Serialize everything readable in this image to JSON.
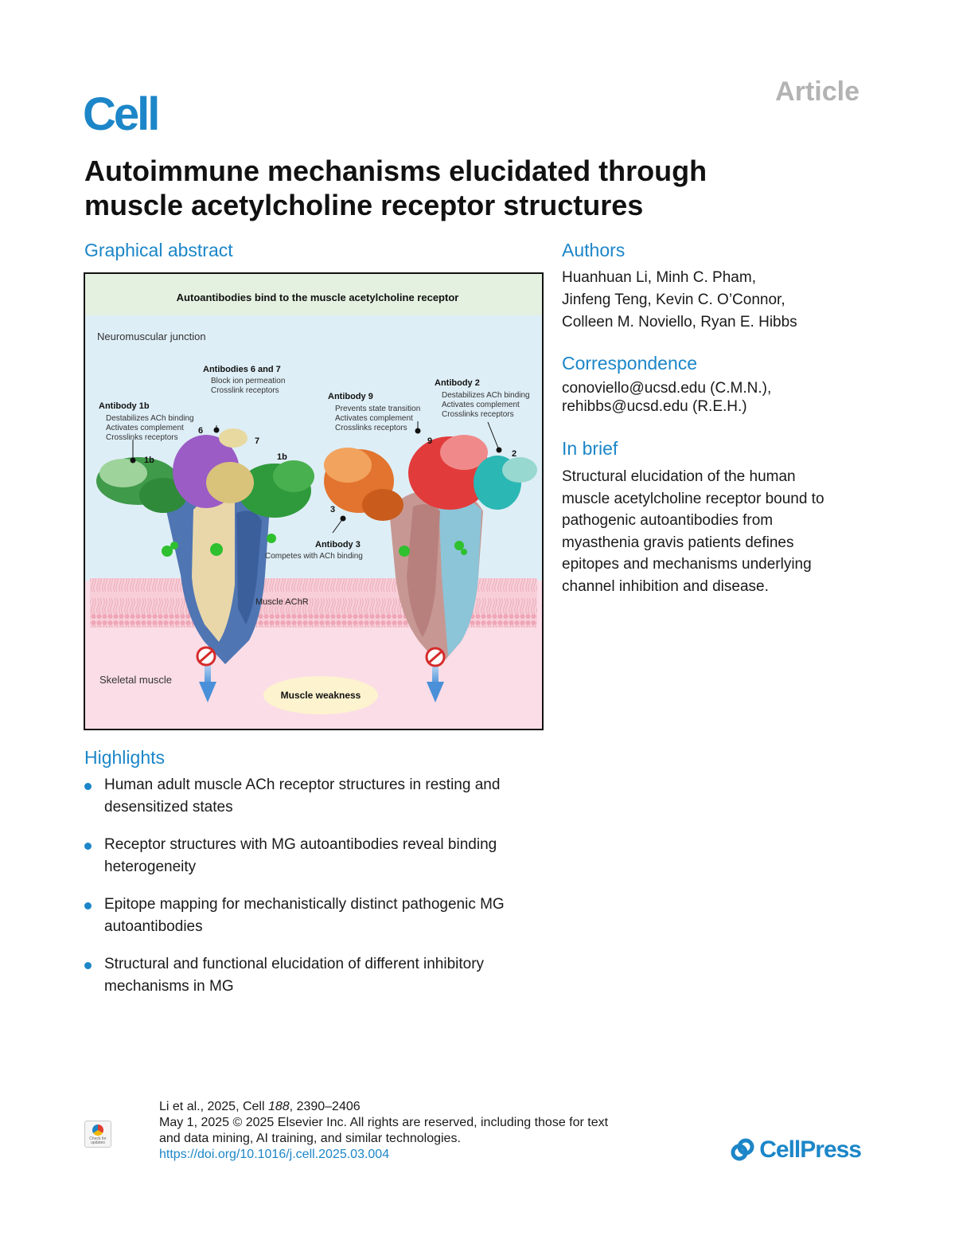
{
  "header": {
    "journal": "Cell",
    "article_type": "Article"
  },
  "title": "Autoimmune mechanisms elucidated through muscle acetylcholine receptor structures",
  "graphical_abstract": {
    "heading": "Graphical abstract",
    "banner": "Autoantibodies bind to the muscle acetylcholine receptor",
    "region_nmj": "Neuromuscular junction",
    "region_muscle": "Skeletal muscle",
    "membrane_label": "Muscle AChR",
    "outcome": "Muscle weakness",
    "annotations": {
      "ab67_title": "Antibodies 6 and 7",
      "ab67_l1": "Block ion permeation",
      "ab67_l2": "Crosslink receptors",
      "ab1b_title": "Antibody 1b",
      "ab1b_l1": "Destabilizes ACh binding",
      "ab1b_l2": "Activates complement",
      "ab1b_l3": "Crosslinks receptors",
      "ab9_title": "Antibody 9",
      "ab9_l1": "Prevents state transition",
      "ab9_l2": "Activates complement",
      "ab9_l3": "Crosslinks receptors",
      "ab2_title": "Antibody 2",
      "ab2_l1": "Destabilizes ACh binding",
      "ab2_l2": "Activates complement",
      "ab2_l3": "Crosslinks receptors",
      "ab3_title": "Antibody 3",
      "ab3_l1": "Competes with ACh binding"
    },
    "markers": {
      "m6": "6",
      "m7": "7",
      "m1b_left": "1b",
      "m1b_right": "1b",
      "m9": "9",
      "m2": "2",
      "m3": "3"
    },
    "colors": {
      "nmj_bg": "#deeef6",
      "banner_bg": "#e4f0e0",
      "muscle_bg": "#fbdde7",
      "membrane": "#f4b9c6",
      "ab1b": "#3f9a4a",
      "ab6": "#9b5cc6",
      "ab7": "#d9c27a",
      "ab9": "#e23b3b",
      "ab2": "#2bb7b4",
      "ab3": "#e2742f",
      "receptor_blue": "#4f75b3",
      "receptor_tan": "#e9d7a9",
      "receptor_rose": "#c79893",
      "receptor_cyan": "#8cc4d8",
      "ach": "#2fc02f"
    }
  },
  "authors": {
    "heading": "Authors",
    "lines": [
      "Huanhuan Li, Minh C. Pham,",
      "Jinfeng Teng, Kevin C. O’Connor,",
      "Colleen M. Noviello, Ryan E. Hibbs"
    ]
  },
  "correspondence": {
    "heading": "Correspondence",
    "lines": [
      "conoviello@ucsd.edu (C.M.N.),",
      "rehibbs@ucsd.edu (R.E.H.)"
    ]
  },
  "in_brief": {
    "heading": "In brief",
    "lines": [
      "Structural elucidation of the human",
      "muscle acetylcholine receptor bound to",
      "pathogenic autoantibodies from",
      "myasthenia gravis patients defines",
      "epitopes and mechanisms underlying",
      "channel inhibition and disease."
    ]
  },
  "highlights": {
    "heading": "Highlights",
    "items": [
      {
        "l1": "Human adult muscle ACh receptor structures in resting and",
        "l2": "desensitized states"
      },
      {
        "l1": "Receptor structures with MG autoantibodies reveal binding",
        "l2": "heterogeneity"
      },
      {
        "l1": "Epitope mapping for mechanistically distinct pathogenic MG",
        "l2": "autoantibodies"
      },
      {
        "l1": "Structural and functional elucidation of different inhibitory",
        "l2": "mechanisms in MG"
      }
    ]
  },
  "footer": {
    "citation_prefix": "Li et al., 2025, Cell ",
    "citation_volume": "188",
    "citation_pages": ", 2390–2406",
    "line2": "May 1, 2025 © 2025 Elsevier Inc. All rights are reserved, including those for text",
    "line3": "and data mining, AI training, and similar technologies.",
    "doi": "https://doi.org/10.1016/j.cell.2025.03.004",
    "check_badge_text": "Check for updates",
    "publisher": "CellPress"
  }
}
